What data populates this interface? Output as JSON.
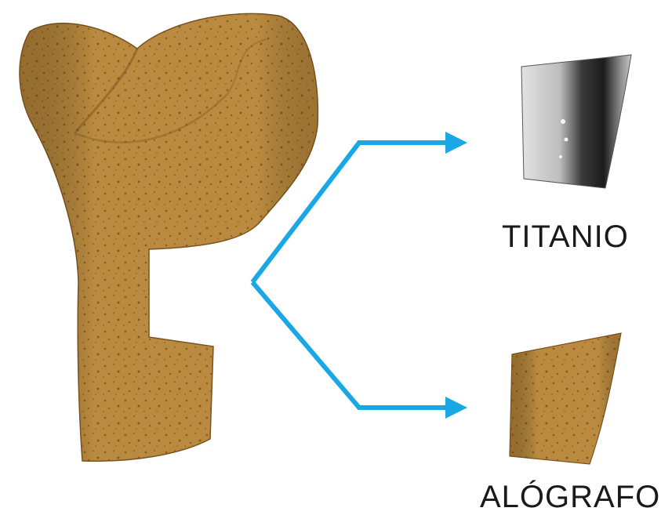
{
  "labels": {
    "top": "TITANIO",
    "bottom": "ALÓGRAFO"
  },
  "icons": {
    "bone": "femur-bone-with-defect",
    "implant_top": "titanium-implant",
    "implant_bottom": "allograft-implant"
  },
  "colors": {
    "bone": "#b98a3f",
    "bone_dark": "#8a6222",
    "arrow": "#1aa7e6",
    "titanium_light": "#d9d9d9",
    "titanium_dark": "#2a2a2a",
    "text": "#1a1a1a"
  }
}
